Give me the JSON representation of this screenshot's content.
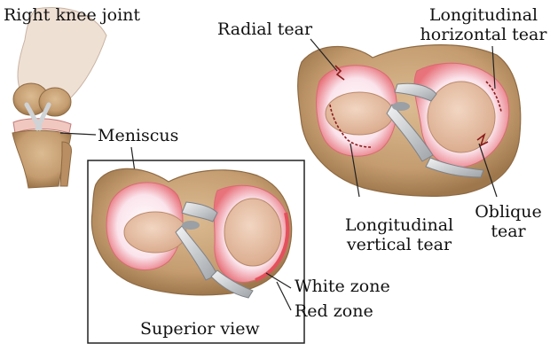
{
  "labels": {
    "title": "Right knee joint",
    "meniscus": "Meniscus",
    "radial_tear": "Radial tear",
    "long_horizontal_1": "Longitudinal",
    "long_horizontal_2": "horizontal tear",
    "long_vertical_1": "Longitudinal",
    "long_vertical_2": "vertical tear",
    "oblique_1": "Oblique",
    "oblique_2": "tear",
    "white_zone": "White zone",
    "red_zone": "Red zone",
    "superior_view": "Superior view"
  },
  "colors": {
    "bone": "#c9a47a",
    "bone_dark": "#a27a50",
    "cartilage": "#e9c2a7",
    "meniscus": "#fbe7ee",
    "red_zone": "#e96a72",
    "ligament": "#d7dadd",
    "tear": "#8a1a1a",
    "leader": "#222222",
    "frame": "#222222"
  }
}
